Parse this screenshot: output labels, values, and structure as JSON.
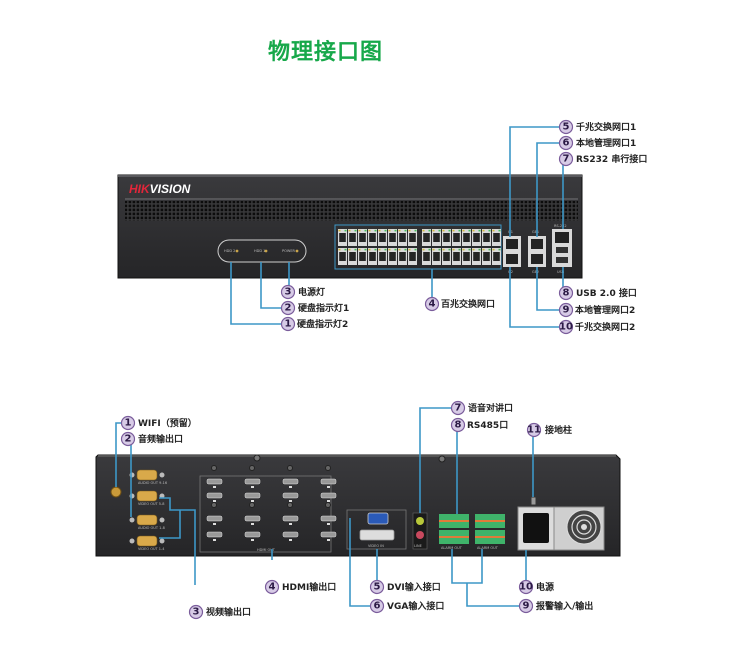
{
  "title": "物理接口图",
  "brand": {
    "prefix": "HIK",
    "suffix": "VISION",
    "prefix_color": "#e2263a",
    "suffix_color": "#ffffff"
  },
  "colors": {
    "title": "#17a84a",
    "leader": "#3d97c7",
    "badge_fill": "#d7cbe6",
    "badge_stroke": "#7a5c9b",
    "chassis": "#2c2c2e"
  },
  "front_panel": {
    "indicators": [
      "HDD 2",
      "HDD 1",
      "POWER"
    ],
    "port_labels": {
      "ge1": "G1",
      "mgmt1": "GE1",
      "rs232": "RS-232",
      "ge2": "G2",
      "mgmt2": "GE2",
      "usb": "USB"
    },
    "callouts": [
      {
        "num": "1",
        "label": "硬盘指示灯2"
      },
      {
        "num": "2",
        "label": "硬盘指示灯1"
      },
      {
        "num": "3",
        "label": "电源灯"
      },
      {
        "num": "4",
        "label": "百兆交换网口"
      },
      {
        "num": "5",
        "label": "千兆交换网口1"
      },
      {
        "num": "6",
        "label": "本地管理网口1"
      },
      {
        "num": "7",
        "label": "RS232 串行接口"
      },
      {
        "num": "8",
        "label": "USB 2.0 接口"
      },
      {
        "num": "9",
        "label": "本地管理网口2"
      },
      {
        "num": "10",
        "label": "千兆交换网口2"
      }
    ]
  },
  "rear_panel": {
    "db_labels": [
      "AUDIO OUT 9-16",
      "VIDEO OUT 5-8",
      "AUDIO OUT 1-8",
      "VIDEO OUT 1-4"
    ],
    "hdmi_label": "HDMI OUT",
    "video_in_label": "VIDEO IN",
    "line_label": "LINE",
    "alarm_labels": [
      "ALARM OUT",
      "ALARM OUT"
    ],
    "callouts": [
      {
        "num": "1",
        "label": "WIFI（预留）"
      },
      {
        "num": "2",
        "label": "音频输出口"
      },
      {
        "num": "3",
        "label": "视频输出口"
      },
      {
        "num": "4",
        "label": "HDMI输出口"
      },
      {
        "num": "5",
        "label": "DVI输入接口"
      },
      {
        "num": "6",
        "label": "VGA输入接口"
      },
      {
        "num": "7",
        "label": "语音对讲口"
      },
      {
        "num": "8",
        "label": "RS485口"
      },
      {
        "num": "9",
        "label": "报警输入/输出"
      },
      {
        "num": "10",
        "label": "电源"
      },
      {
        "num": "11",
        "label": "接地柱"
      }
    ]
  }
}
